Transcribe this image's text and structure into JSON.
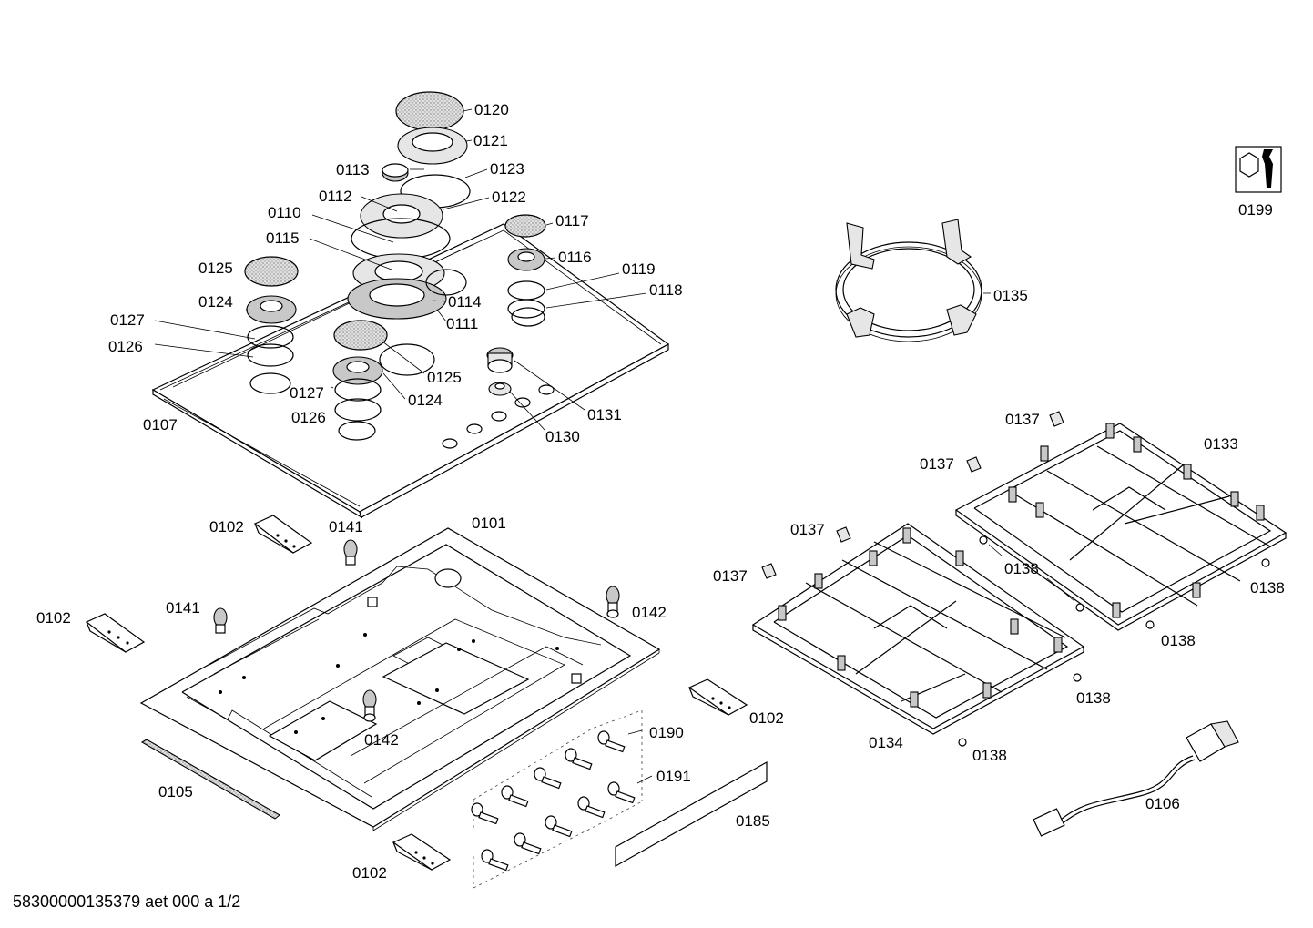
{
  "footer": "58300000135379 aet 000 a 1/2",
  "labels": {
    "l0120": "0120",
    "l0121": "0121",
    "l0113": "0113",
    "l0123": "0123",
    "l0112": "0112",
    "l0122": "0122",
    "l0110": "0110",
    "l0117": "0117",
    "l0115": "0115",
    "l0116": "0116",
    "l0125a": "0125",
    "l0119": "0119",
    "l0124a": "0124",
    "l0118": "0118",
    "l0114": "0114",
    "l0127a": "0127",
    "l0111": "0111",
    "l0126a": "0126",
    "l0125b": "0125",
    "l0127b": "0127",
    "l0124b": "0124",
    "l0131": "0131",
    "l0126b": "0126",
    "l0130": "0130",
    "l0107": "0107",
    "l0135": "0135",
    "l0199": "0199",
    "l0137a": "0137",
    "l0133": "0133",
    "l0137b": "0137",
    "l0137c": "0137",
    "l0137d": "0137",
    "l0138a": "0138",
    "l0138b": "0138",
    "l0138c": "0138",
    "l0138d": "0138",
    "l0138e": "0138",
    "l0134": "0134",
    "l0102a": "0102",
    "l0141a": "0141",
    "l0101": "0101",
    "l0102b": "0102",
    "l0141b": "0141",
    "l0142a": "0142",
    "l0142b": "0142",
    "l0102c": "0102",
    "l0190": "0190",
    "l0191": "0191",
    "l0105": "0105",
    "l0185": "0185",
    "l0102d": "0102",
    "l0106": "0106"
  }
}
